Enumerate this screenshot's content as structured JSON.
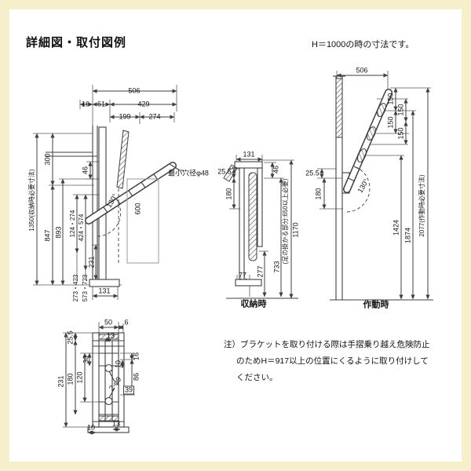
{
  "header": {
    "title": "詳細図・取付図例",
    "subtitle": "H＝1000の時の寸法です。"
  },
  "fig_detail": {
    "w506": "506",
    "w16": "16",
    "w61": "61",
    "w429": "429",
    "w199": "199",
    "w274": "274",
    "h1350": "1350(収納時必要寸法)",
    "h300": "300",
    "h847": "847",
    "h893": "893",
    "h46": "46",
    "h124": "124・274",
    "h424": "424・574",
    "h231": "231",
    "h273": "273・423",
    "h573": "573・723",
    "w131": "131",
    "angle": "130°",
    "h600": "600",
    "callout": "最小穴径φ48"
  },
  "fig_stowed": {
    "w131": "131",
    "h46": "46",
    "h255": "25.5",
    "h180": "180",
    "w77": "77",
    "h277": "277",
    "h733": "733",
    "h1170": "1170",
    "note650": "(足の掛かる部分:650以上必要)",
    "caption": "収納時"
  },
  "fig_deployed": {
    "w506": "506",
    "p150_1": "150",
    "p150_2": "150",
    "p150_3": "150",
    "p150_4": "150",
    "h255": "25.5",
    "h180": "180",
    "h1424": "1424",
    "h1874": "1874",
    "h2077": "2077(作動時必要寸法)",
    "angle": "130°",
    "caption": "作動時"
  },
  "fig_plate": {
    "w50": "50",
    "w6": "6",
    "w13": "13",
    "h255": "25.5",
    "h231": "231",
    "h180": "180",
    "h120": "120",
    "h30": "30",
    "h10": "10",
    "h16": "16",
    "h86": "86",
    "w39": "39",
    "holes": "2-φ9",
    "w10": "10",
    "w13b": "13"
  },
  "note": {
    "line1": "注）ブラケットを取り付ける際は手摺乗り越え危険防止",
    "line2": "のためH＝917以上の位置にくるように取り付けして",
    "line3": "ください。"
  }
}
